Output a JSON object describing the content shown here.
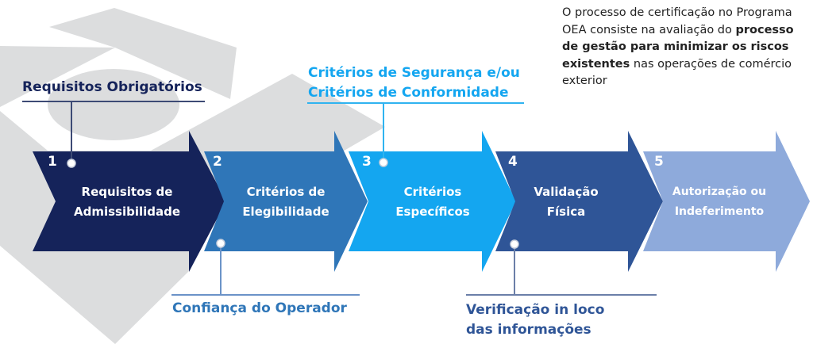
{
  "intro": {
    "text1": "O processo de certificação no Programa OEA consiste na avaliação do ",
    "bold": "processo de gestão para minimizar os riscos existentes",
    "text2": " nas operações de comércio exterior"
  },
  "steps": [
    {
      "number": "1",
      "line1": "Requisitos de",
      "line2": "Admissibilidade",
      "color": "#15235a"
    },
    {
      "number": "2",
      "line1": "Critérios de",
      "line2": "Elegibilidade",
      "color": "#2f76b8"
    },
    {
      "number": "3",
      "line1": "Critérios",
      "line2": "Específicos",
      "color": "#14a6f0"
    },
    {
      "number": "4",
      "line1": "Validação",
      "line2": "Física",
      "color": "#2f5597"
    },
    {
      "number": "5",
      "line1": "Autorização ou",
      "line2": "Indeferimento",
      "color": "#8eaadb"
    }
  ],
  "callouts": {
    "requisitos": "Requisitos Obrigatórios",
    "seguranca1": "Critérios de Segurança e/ou",
    "seguranca2": "Critérios de Conformidade",
    "confianca": "Confiança do Operador",
    "verificacao1": "Verificação in loco",
    "verificacao2": "das informações"
  }
}
